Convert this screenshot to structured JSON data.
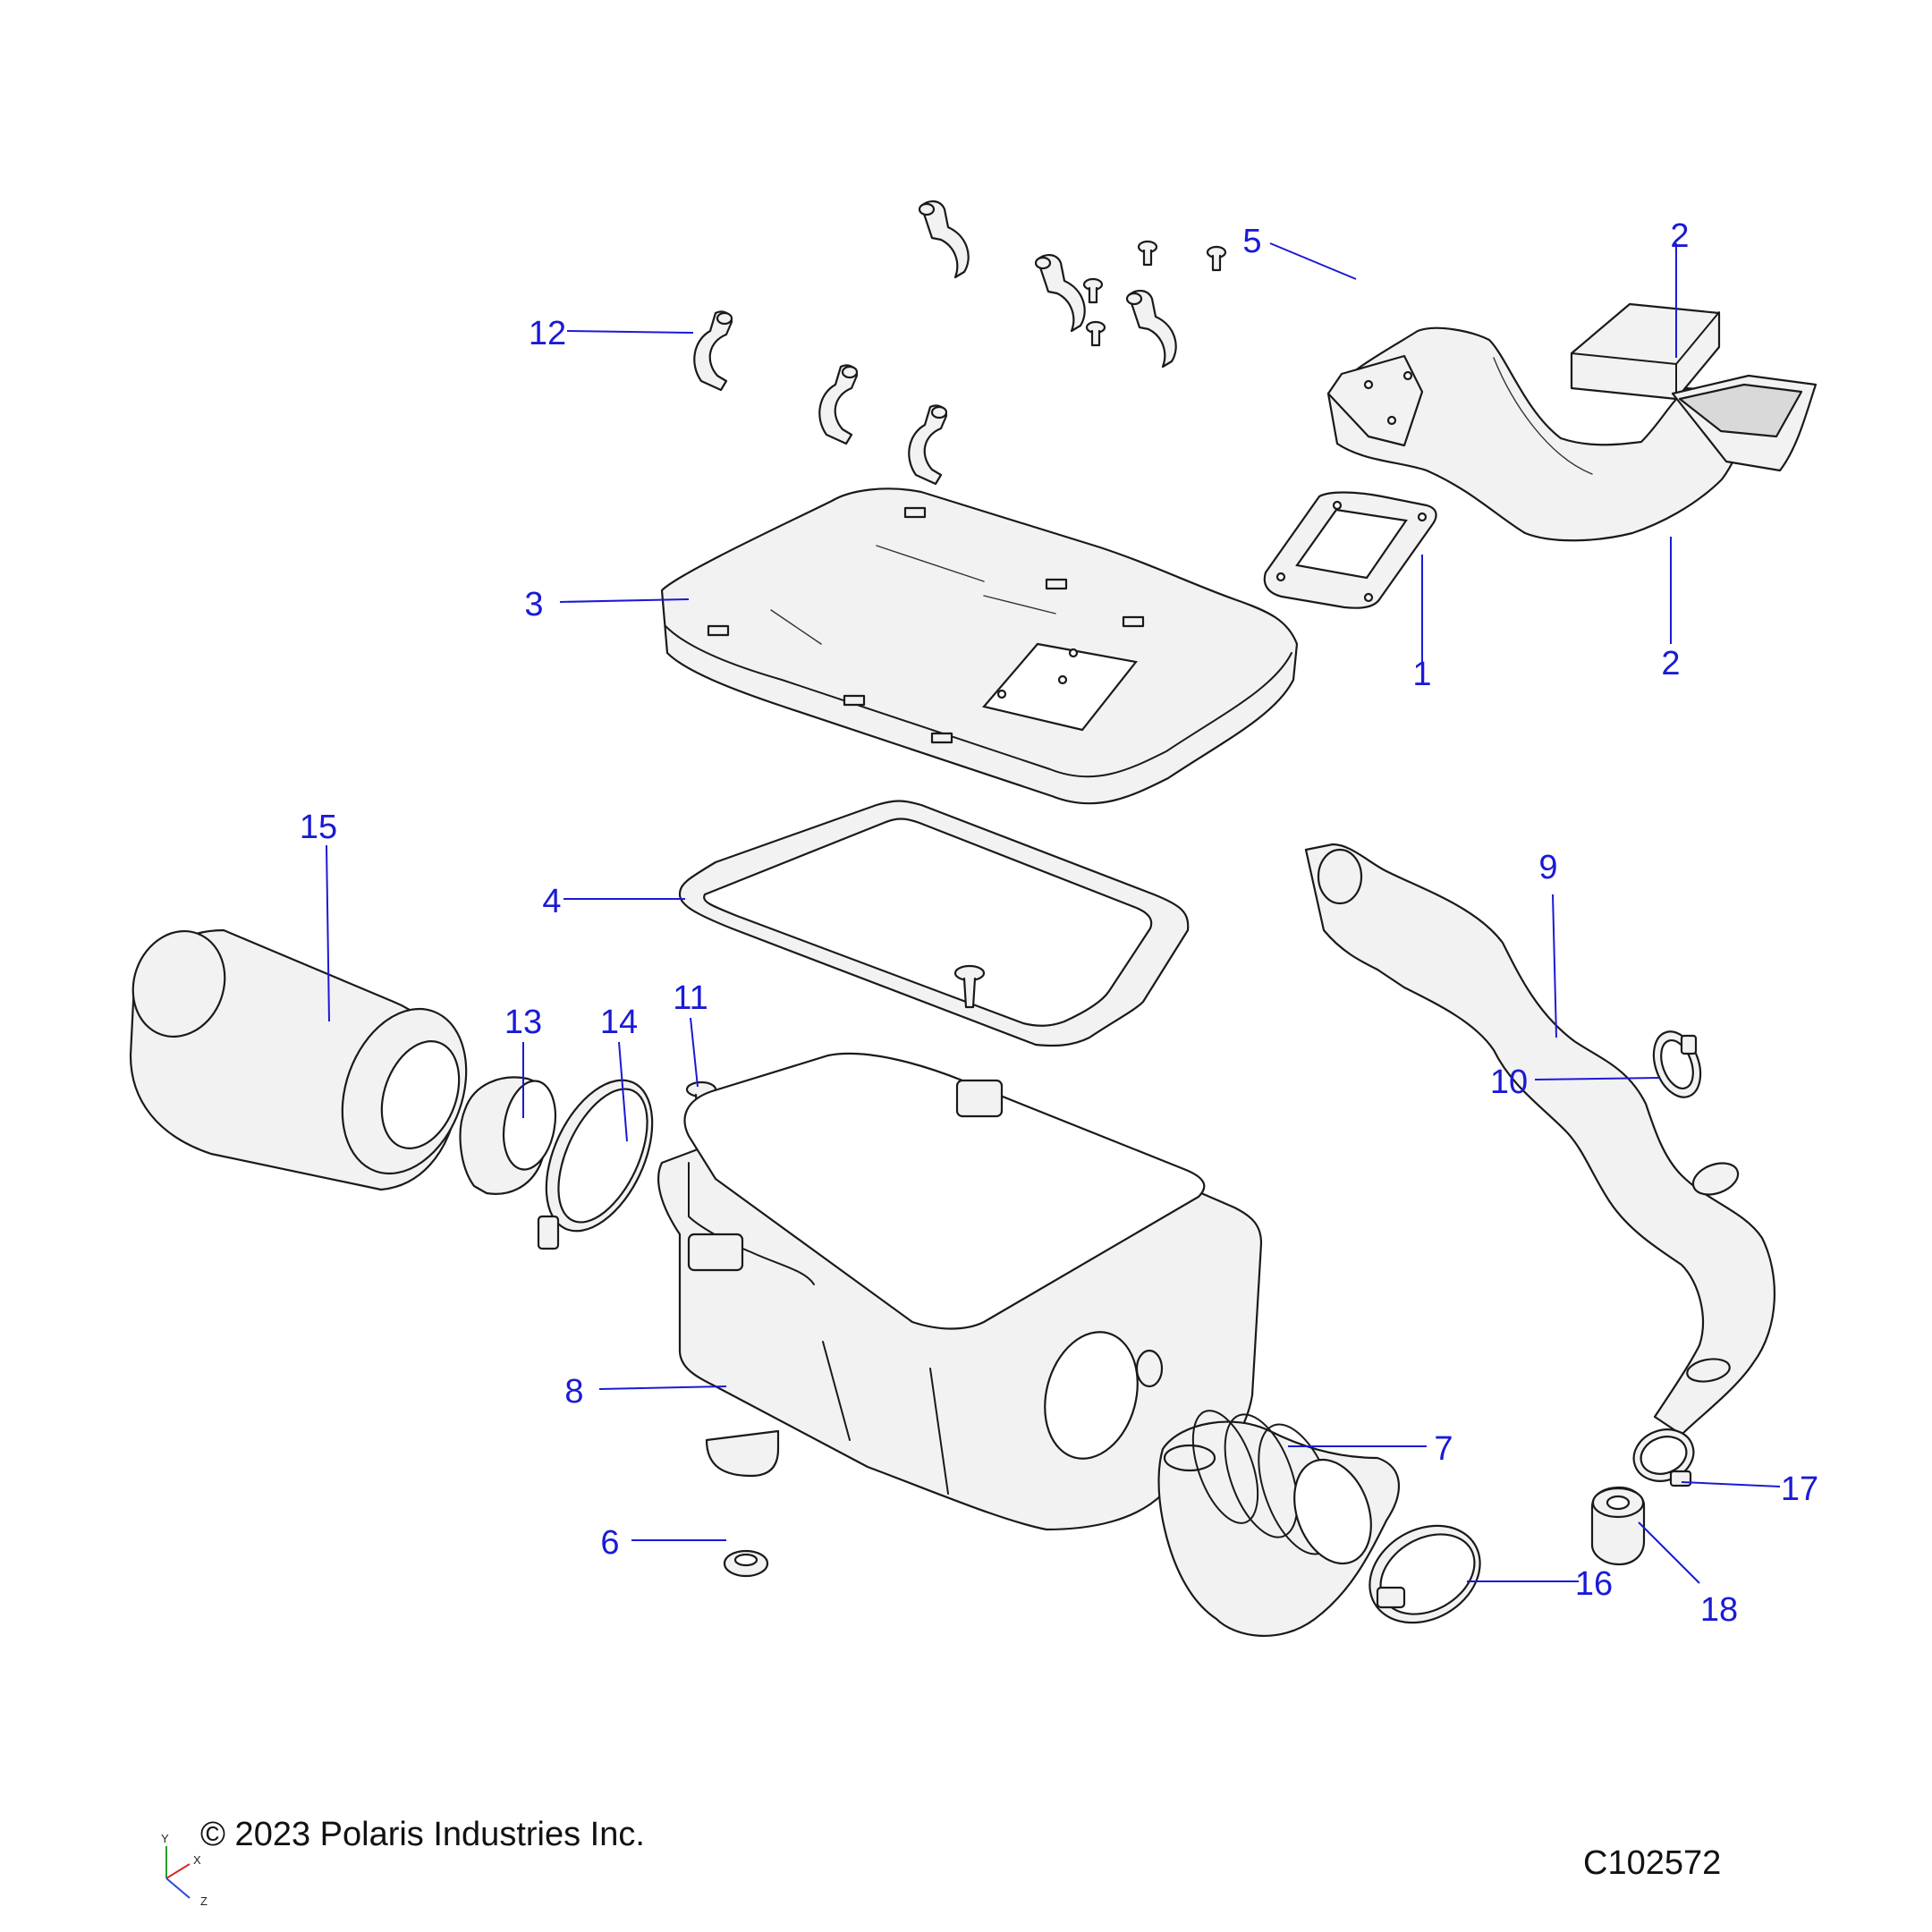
{
  "callouts": [
    {
      "id": "1",
      "label": "1"
    },
    {
      "id": "2a",
      "label": "2"
    },
    {
      "id": "2b",
      "label": "2"
    },
    {
      "id": "3",
      "label": "3"
    },
    {
      "id": "4",
      "label": "4"
    },
    {
      "id": "5",
      "label": "5"
    },
    {
      "id": "6",
      "label": "6"
    },
    {
      "id": "7",
      "label": "7"
    },
    {
      "id": "8",
      "label": "8"
    },
    {
      "id": "9",
      "label": "9"
    },
    {
      "id": "10",
      "label": "10"
    },
    {
      "id": "11",
      "label": "11"
    },
    {
      "id": "12",
      "label": "12"
    },
    {
      "id": "13",
      "label": "13"
    },
    {
      "id": "14",
      "label": "14"
    },
    {
      "id": "15",
      "label": "15"
    },
    {
      "id": "16",
      "label": "16"
    },
    {
      "id": "17",
      "label": "17"
    },
    {
      "id": "18",
      "label": "18"
    }
  ],
  "footer": {
    "copyright": "© 2023 Polaris Industries Inc.",
    "drawing_number": "C102572"
  },
  "axis_triad": {
    "y": "Y",
    "x": "X",
    "z": "Z"
  },
  "colors": {
    "callout": "#1a1ad6",
    "line_art": "#1a1a1a",
    "part_fill": "#f2f2f2"
  }
}
